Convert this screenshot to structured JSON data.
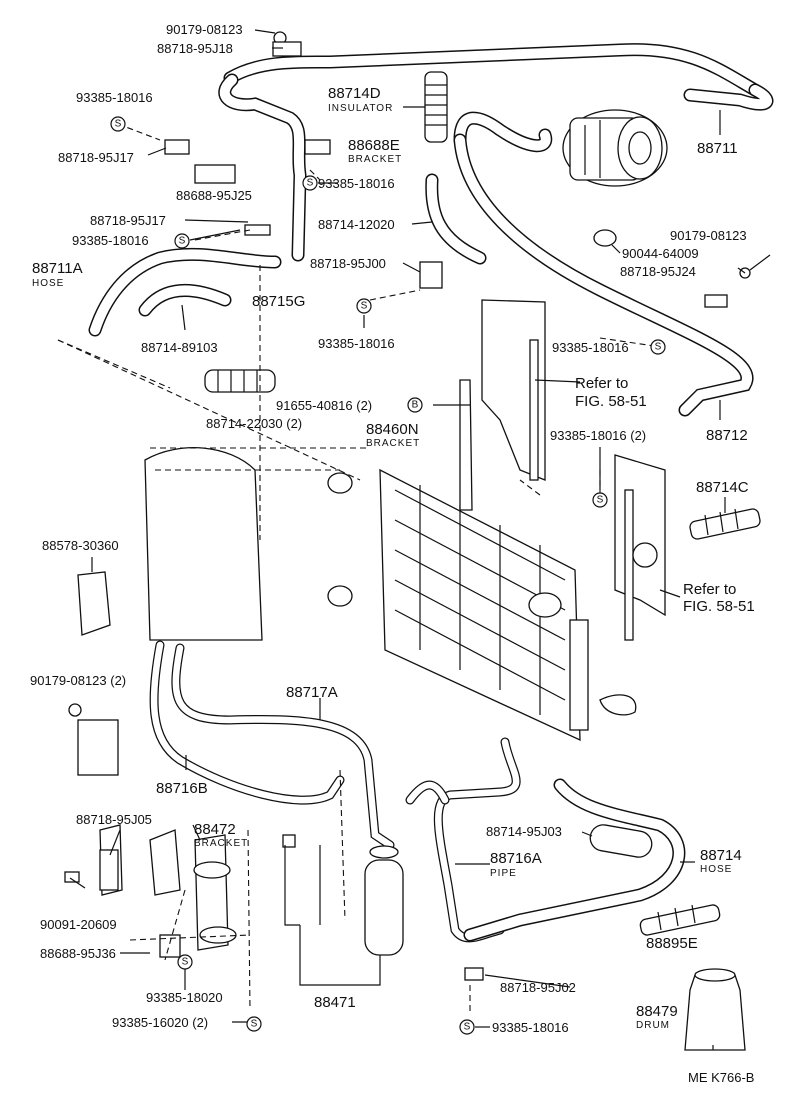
{
  "parts": {
    "p90179_08123_top": "90179-08123",
    "p88718_95J18": "88718-95J18",
    "p93385_18016_a": "93385-18016",
    "p88714D": "88714D",
    "p88714D_sub": "INSULATOR",
    "p88688E": "88688E",
    "p88688E_sub": "BRACKET",
    "p88718_95J17_a": "88718-95J17",
    "p93385_18016_b": "93385-18016",
    "p88688_95J25": "88688-95J25",
    "p88711": "88711",
    "p88714_12020": "88714-12020",
    "p88718_95J17_b": "88718-95J17",
    "p93385_18016_c": "93385-18016",
    "p90179_08123_r": "90179-08123",
    "p90044_64009": "90044-64009",
    "p88711A": "88711A",
    "p88711A_sub": "HOSE",
    "p88718_95J00": "88718-95J00",
    "p88718_95J24": "88718-95J24",
    "p88715G": "88715G",
    "p88714_89103": "88714-89103",
    "p93385_18016_d": "93385-18016",
    "p93385_18016_e": "93385-18016",
    "refer_1a": "Refer to",
    "refer_1b": "FIG. 58-51",
    "p91655_40816": "91655-40816 (2)",
    "p88714_22030": "88714-22030 (2)",
    "p88460N": "88460N",
    "p88460N_sub": "BRACKET",
    "p88712": "88712",
    "p93385_18016_2": "93385-18016 (2)",
    "p88714C": "88714C",
    "p88578_30360": "88578-30360",
    "refer_2a": "Refer to",
    "refer_2b": "FIG. 58-51",
    "p90179_08123_2": "90179-08123 (2)",
    "p88717A": "88717A",
    "p88716B": "88716B",
    "p88718_95J05": "88718-95J05",
    "p88472": "88472",
    "p88472_sub": "BRACKET",
    "p88714_95J03": "88714-95J03",
    "p88716A": "88716A",
    "p88716A_sub": "PIPE",
    "p88714": "88714",
    "p88714_sub": "HOSE",
    "p90091_20609": "90091-20609",
    "p88688_95J36": "88688-95J36",
    "p88895E": "88895E",
    "p93385_18020": "93385-18020",
    "p88471": "88471",
    "p88718_95J02": "88718-95J02",
    "p88479": "88479",
    "p88479_sub": "DRUM",
    "p93385_16020": "93385-16020 (2)",
    "p93385_18016_f": "93385-18016",
    "footer": "ME  K766-B"
  },
  "symbols": {
    "s": "S",
    "b": "B"
  }
}
